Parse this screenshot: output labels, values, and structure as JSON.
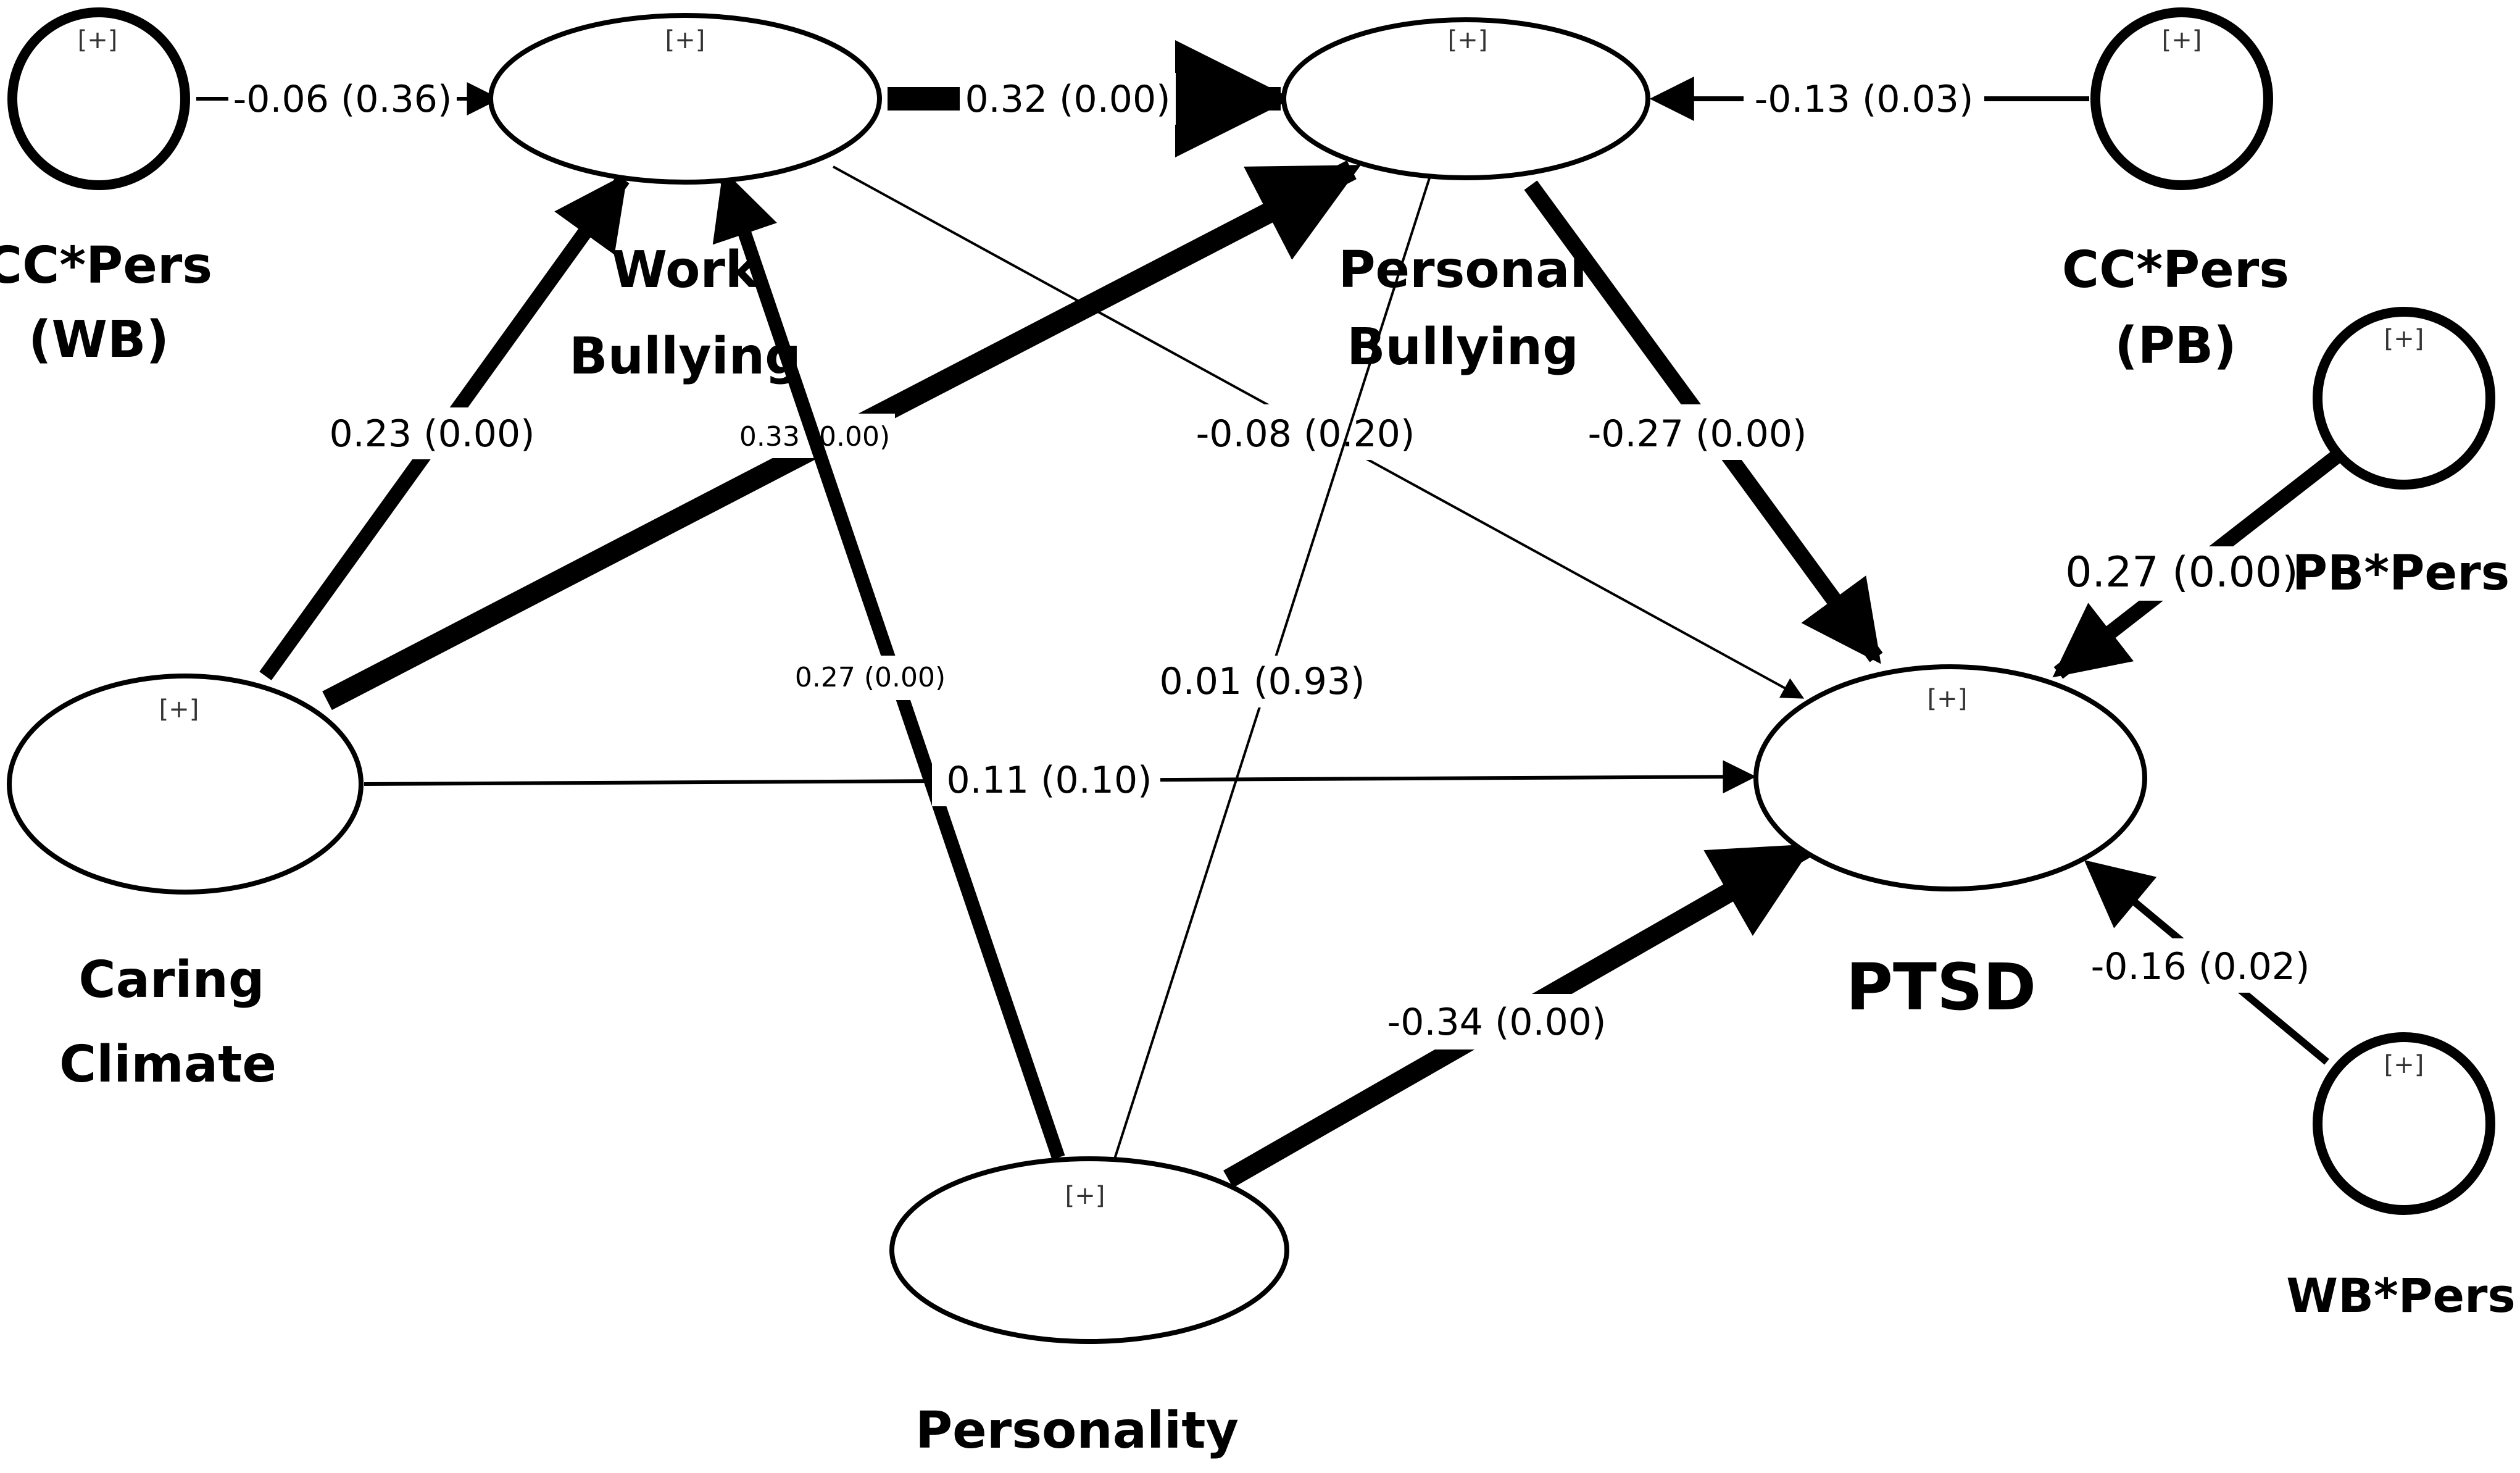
{
  "nodes": {
    "cc_pers_wb": {
      "label_line1": "CC*Pers",
      "label_line2": "(WB)",
      "expand": "[+]"
    },
    "work_bullying": {
      "label_line1": "Work",
      "label_line2": "Bullying",
      "expand": "[+]"
    },
    "personal_bullying": {
      "label_line1": "Personal",
      "label_line2": "Bullying",
      "expand": "[+]"
    },
    "cc_pers_pb": {
      "label_line1": "CC*Pers",
      "label_line2": "(PB)",
      "expand": "[+]"
    },
    "pb_pers": {
      "label": "PB*Pers",
      "expand": "[+]"
    },
    "caring_climate": {
      "label_line1": "Caring",
      "label_line2": "Climate",
      "expand": "[+]"
    },
    "ptsd": {
      "label": "PTSD",
      "expand": "[+]"
    },
    "personality": {
      "label": "Personality",
      "expand": "[+]"
    },
    "wb_pers": {
      "label": "WB*Pers",
      "expand": "[+]"
    }
  },
  "paths": {
    "ccwb_to_wb": "-0.06 (0.36)",
    "wb_to_pb": "0.32 (0.00)",
    "ccpb_to_pb": "-0.13 (0.03)",
    "cc_to_wb": "0.23 (0.00)",
    "cc_to_pb": "0.33 (0.00)",
    "wb_to_ptsd": "-0.08 (0.20)",
    "pb_to_ptsd": "-0.27 (0.00)",
    "pbpers_to_ptsd": "0.27 (0.00)",
    "pers_to_wb": "0.27 (0.00)",
    "pers_to_pb": "0.01 (0.93)",
    "cc_to_ptsd": "0.11 (0.10)",
    "pers_to_ptsd": "-0.34 (0.00)",
    "wbpers_to_ptsd": "-0.16 (0.02)"
  }
}
